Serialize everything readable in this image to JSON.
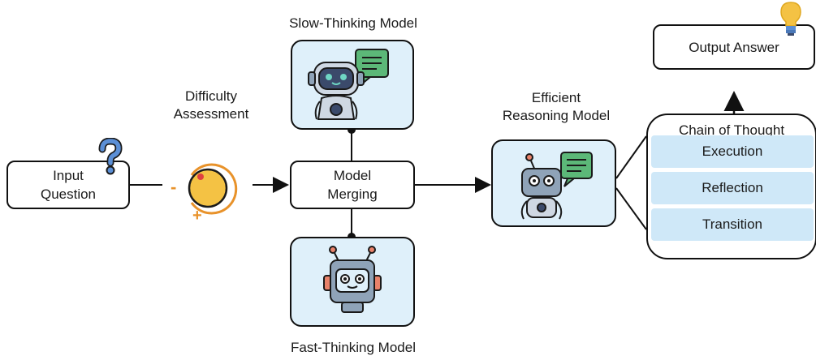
{
  "labels": {
    "slow_model": "Slow-Thinking Model",
    "fast_model": "Fast-Thinking Model",
    "difficulty_line1": "Difficulty",
    "difficulty_line2": "Assessment",
    "efficient_line1": "Efficient",
    "efficient_line2": "Reasoning Model"
  },
  "nodes": {
    "input_line1": "Input",
    "input_line2": "Question",
    "merge_line1": "Model",
    "merge_line2": "Merging",
    "output": "Output Answer",
    "cot_title": "Chain of Thought"
  },
  "cot_steps": [
    "Execution",
    "Reflection",
    "Transition"
  ],
  "dial": {
    "minus": "-",
    "plus": "+"
  },
  "colors": {
    "card_fill": "#dff0fa",
    "step_fill": "#cfe8f8",
    "dial_yellow": "#f4c244",
    "dial_orange": "#e8922a",
    "robot_body": "#8fa3b8",
    "speech_green": "#5cb878",
    "question_blue": "#5b8fd6"
  }
}
